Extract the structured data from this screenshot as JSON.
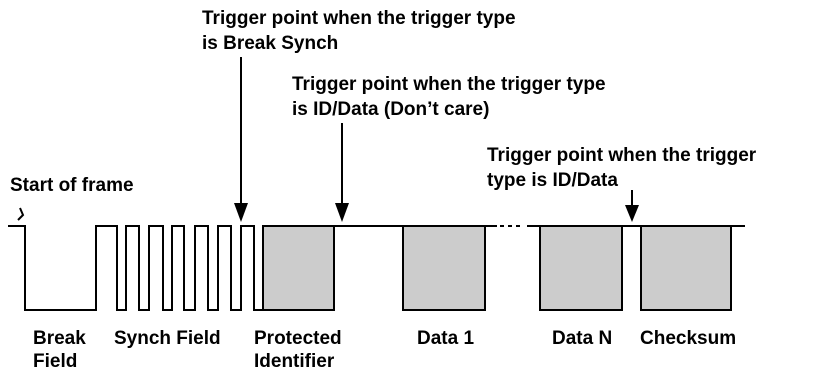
{
  "colors": {
    "field_fill": "#cccccc",
    "line": "#000000",
    "background": "#ffffff"
  },
  "annotations": {
    "break_synch": [
      "Trigger point when the trigger type",
      "is Break Synch"
    ],
    "id_data_dont_care": [
      "Trigger point when the trigger type",
      "is ID/Data (Don’t care)"
    ],
    "id_data": [
      "Trigger point when the trigger",
      "type is ID/Data"
    ],
    "start_of_frame": "Start of frame"
  },
  "fields": {
    "break": [
      "Break",
      "Field"
    ],
    "synch": "Synch Field",
    "protected_identifier": [
      "Protected",
      "Identifier"
    ],
    "data1": "Data 1",
    "dataN": "Data N",
    "checksum": "Checksum"
  }
}
